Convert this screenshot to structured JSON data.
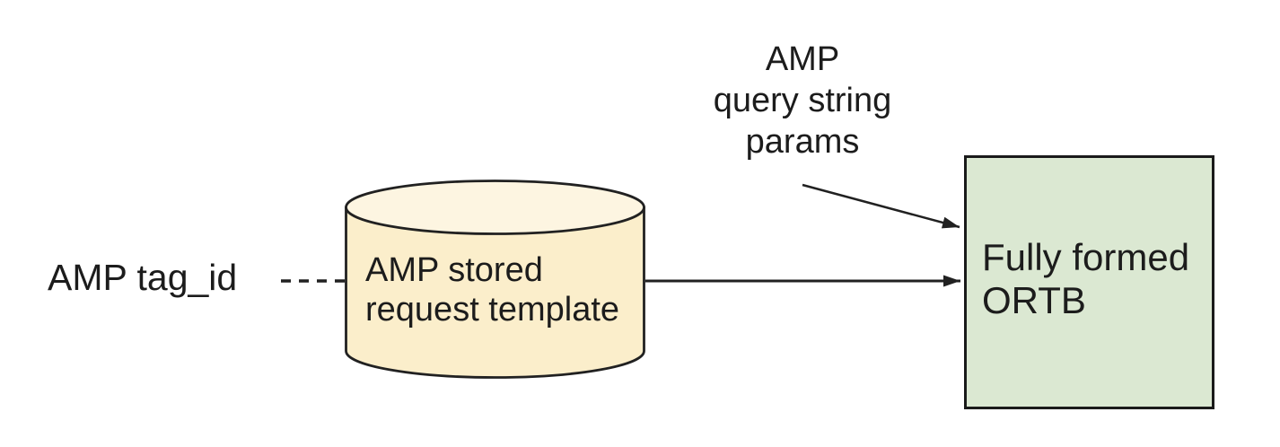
{
  "diagram": {
    "background_color": "#ffffff",
    "line_color": "#212121",
    "nodes": {
      "input_label": "AMP tag_id",
      "stored_request_cylinder": {
        "label_lines": [
          "AMP stored",
          "request template"
        ],
        "body_fill": "#fbeecb",
        "top_fill": "#fdf5e1"
      },
      "query_params_label": {
        "label_lines": [
          "AMP",
          "query string",
          "params"
        ]
      },
      "ortb_box": {
        "label_lines": [
          "Fully formed",
          "ORTB"
        ],
        "fill": "#dbe8d2"
      }
    },
    "connectors": [
      {
        "from": "AMP tag_id",
        "to": "AMP stored request template",
        "style": "dashed",
        "arrow": false
      },
      {
        "from": "AMP stored request template",
        "to": "Fully formed ORTB",
        "style": "solid",
        "arrow": true
      },
      {
        "from": "AMP query string params",
        "to": "Fully formed ORTB",
        "style": "solid",
        "arrow": true
      }
    ]
  }
}
